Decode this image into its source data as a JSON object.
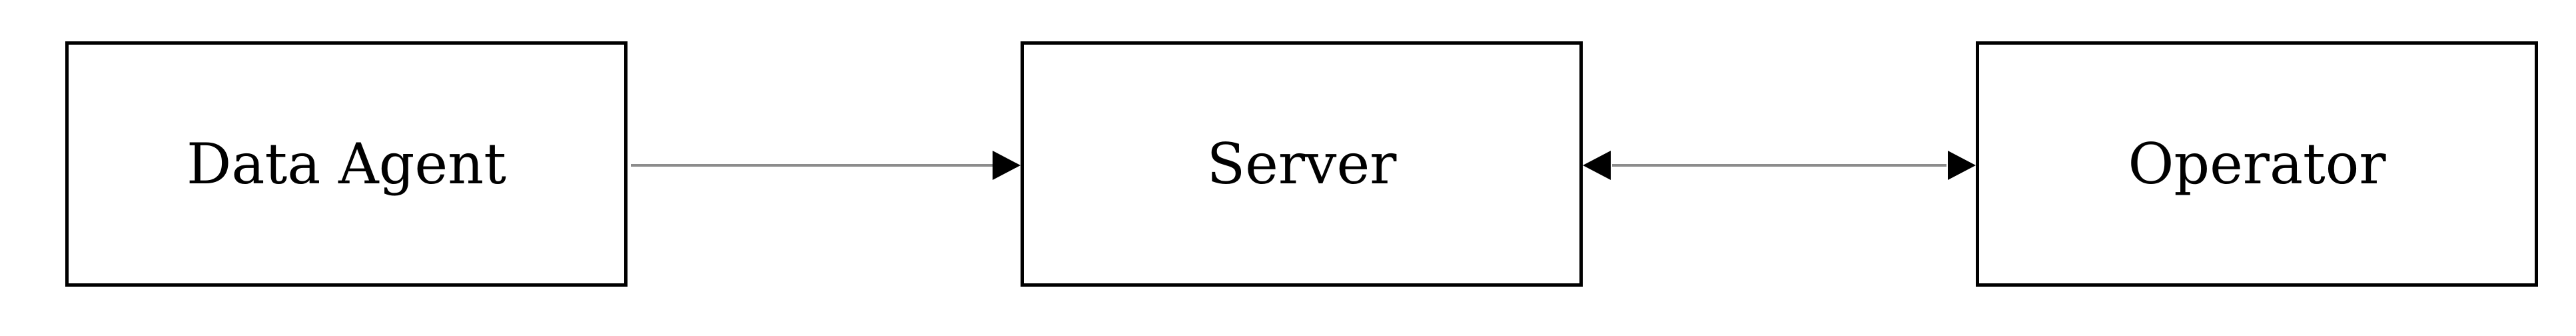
{
  "diagram": {
    "nodes": [
      {
        "id": "data-agent",
        "label": "Data Agent"
      },
      {
        "id": "server",
        "label": "Server"
      },
      {
        "id": "operator",
        "label": "Operator"
      }
    ],
    "edges": [
      {
        "from": "data-agent",
        "to": "server",
        "direction": "forward"
      },
      {
        "from": "server",
        "to": "operator",
        "direction": "bidirectional"
      }
    ],
    "colors": {
      "stroke": "#000000",
      "edge": "#8c8c8c",
      "background": "#ffffff"
    }
  }
}
